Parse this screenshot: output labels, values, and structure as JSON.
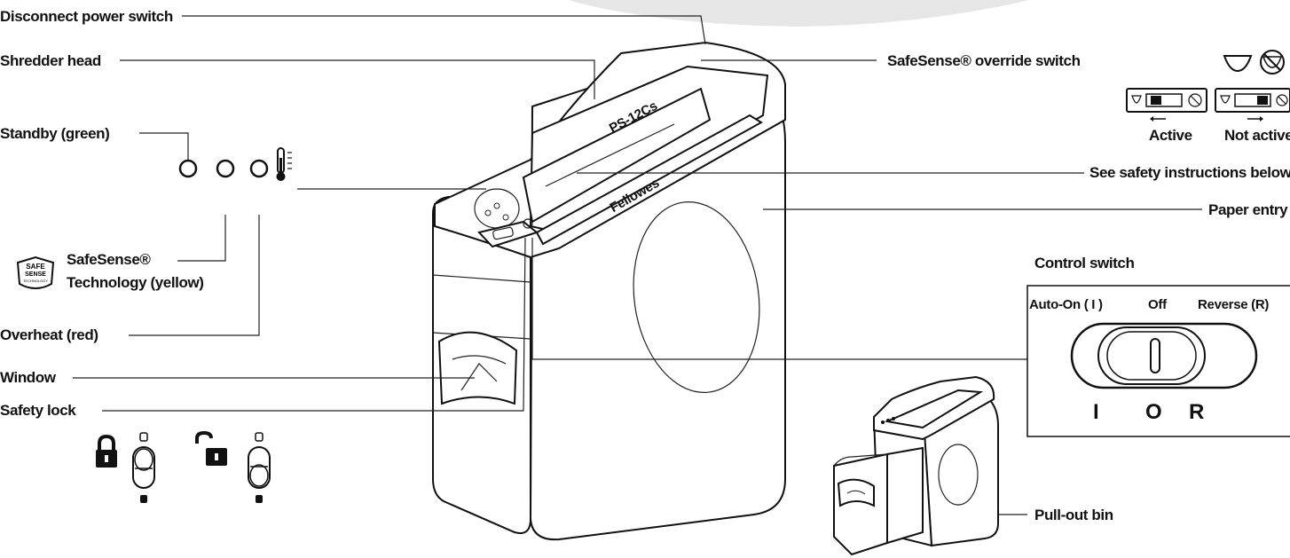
{
  "labels": {
    "disconnect_power_switch": "Disconnect power switch",
    "shredder_head": "Shredder head",
    "standby": "Standby (green)",
    "safesense_line1": "SafeSense® ",
    "safesense_line2": "Technology (yellow)",
    "overheat": "Overheat (red)",
    "window": "Window",
    "safety_lock": "Safety lock",
    "safesense_override": "SafeSense® override switch",
    "active": "Active",
    "not_active": "Not active",
    "see_safety": "See safety instructions below",
    "paper_entry": "Paper entry",
    "control_switch": "Control switch",
    "pull_out_bin": "Pull-out bin"
  },
  "control_switch": {
    "auto_on": "Auto-On ( I )",
    "off": "Off",
    "reverse": "Reverse (R)",
    "pos_i": "I",
    "pos_o": "O",
    "pos_r": "R"
  },
  "badge": {
    "line1": "SAFE",
    "line2": "SENSE",
    "line3": "TECHNOLOGY"
  },
  "product": {
    "brand": "Fellowes",
    "model": "PS-12Cs"
  }
}
